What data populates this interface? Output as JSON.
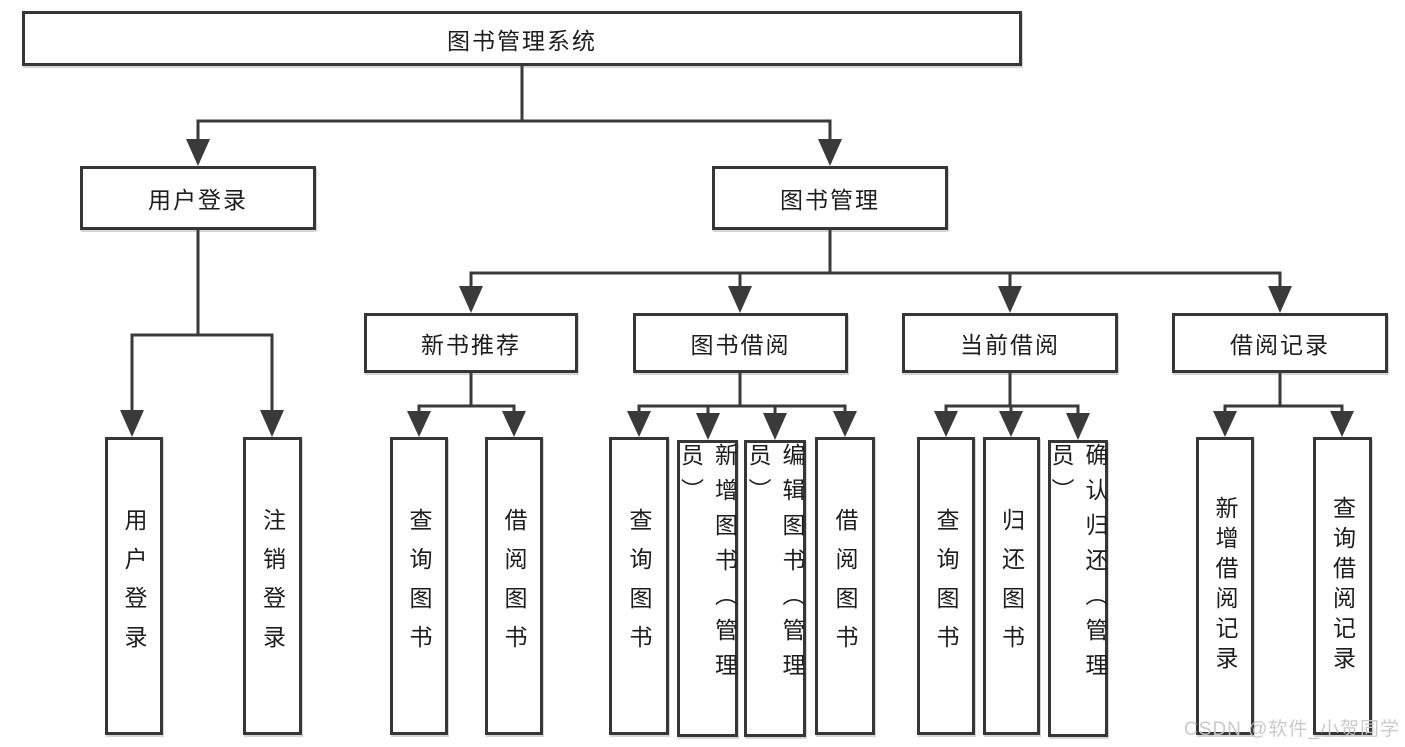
{
  "diagram": {
    "title": "图书管理系统",
    "nodes": {
      "root": "图书管理系统",
      "user_login": "用户登录",
      "book_management": "图书管理",
      "new_book_recommend": "新书推荐",
      "book_borrowing": "图书借阅",
      "current_borrowing": "当前借阅",
      "borrowing_records": "借阅记录",
      "ul_user_login": "用户登录",
      "ul_logout": "注销登录",
      "nb_query_books": "查询图书",
      "nb_borrow_books": "借阅图书",
      "bb_query_books": "查询图书",
      "bb_add_books_admin": "新增图书（管理员）",
      "bb_edit_books_admin": "编辑图书（管理员）",
      "bb_borrow_books": "借阅图书",
      "cb_query_books": "查询图书",
      "cb_return_books": "归还图书",
      "cb_confirm_return_admin": "确认归还（管理员）",
      "br_add_record": "新增借阅记录",
      "br_query_record": "查询借阅记录"
    },
    "watermark": "CSDN @软件_小贺同学",
    "colors": {
      "line": "#3a3a3a",
      "box_border": "#363636",
      "text": "#1d1d1d",
      "watermark": "#c8c8c8",
      "background": "#ffffff"
    }
  }
}
